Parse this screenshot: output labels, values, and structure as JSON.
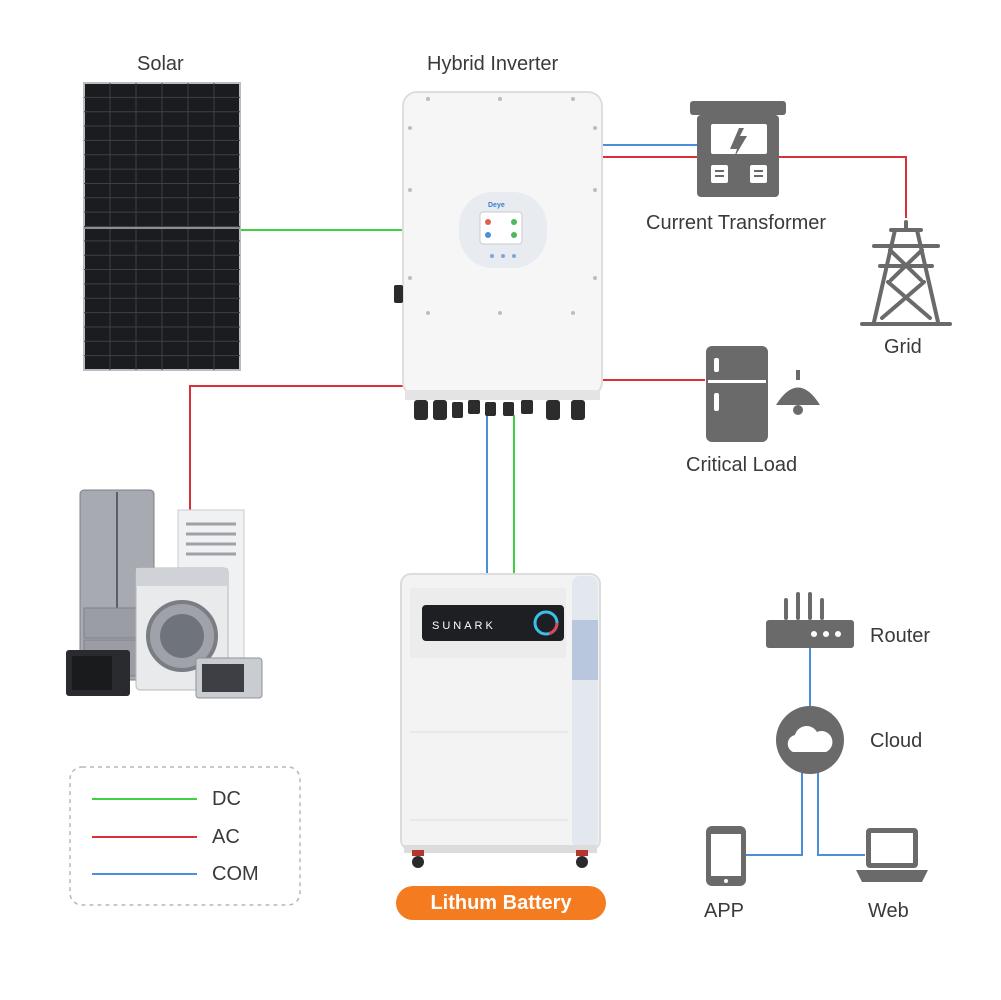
{
  "labels": {
    "solar": "Solar",
    "inverter": "Hybrid Inverter",
    "current_transformer": "Current Transformer",
    "grid": "Grid",
    "critical_load": "Critical Load",
    "router": "Router",
    "cloud": "Cloud",
    "app": "APP",
    "web": "Web",
    "battery": "Lithum Battery"
  },
  "brands": {
    "inverter_logo": "Deye",
    "battery_logo": "SUNARK"
  },
  "legend": [
    {
      "label": "DC",
      "color": "#3fd13f"
    },
    {
      "label": "AC",
      "color": "#d9303a"
    },
    {
      "label": "COM",
      "color": "#4a8fdb"
    }
  ],
  "colors": {
    "dc": "#3fd13f",
    "ac": "#d9303a",
    "com": "#4a8fdb",
    "icon_gray": "#6a6a6a",
    "badge": "#f47b20"
  }
}
